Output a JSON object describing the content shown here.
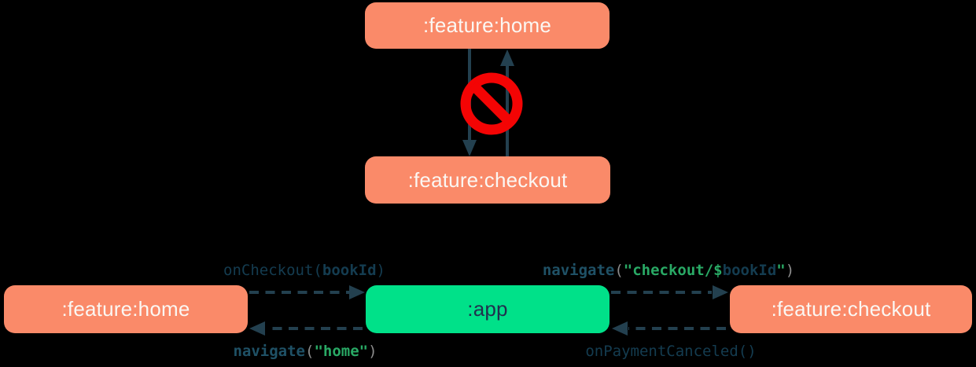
{
  "colors": {
    "background": "#000000",
    "module_box": "#FA8A69",
    "app_box": "#00E189",
    "box_text_light": "#FBF7F3",
    "box_text_dark": "#21304E",
    "arrow": "#23404F",
    "code_navy": "#143C50",
    "code_teal": "#1F5166",
    "code_green": "#29A965",
    "code_gray": "#8C8C8C",
    "prohibited_red": "#F40404"
  },
  "top_diagram": {
    "home_box": {
      "label": ":feature:home"
    },
    "checkout_box": {
      "label": ":feature:checkout"
    },
    "no_entry_icon": "no-entry-icon",
    "arrows": [
      {
        "from": ":feature:home",
        "to": ":feature:checkout",
        "style": "solid"
      },
      {
        "from": ":feature:checkout",
        "to": ":feature:home",
        "style": "solid"
      }
    ]
  },
  "bottom_diagram": {
    "home_box": {
      "label": ":feature:home"
    },
    "app_box": {
      "label": ":app"
    },
    "checkout_box": {
      "label": ":feature:checkout"
    },
    "edge_labels": {
      "on_checkout": {
        "text": "onCheckout(bookId)",
        "segments": [
          {
            "text": "onCheckout(",
            "style": "navy"
          },
          {
            "text": "bookId",
            "style": "navy-b"
          },
          {
            "text": ")",
            "style": "navy"
          }
        ]
      },
      "navigate_home": {
        "text": "navigate(\"home\")",
        "segments": [
          {
            "text": "navigate",
            "style": "teal-b"
          },
          {
            "text": "(",
            "style": "gray"
          },
          {
            "text": "\"home\"",
            "style": "green-b"
          },
          {
            "text": ")",
            "style": "gray"
          }
        ]
      },
      "navigate_checkout": {
        "text": "navigate(\"checkout/$bookId\")",
        "segments": [
          {
            "text": "navigate",
            "style": "teal-b"
          },
          {
            "text": "(",
            "style": "gray"
          },
          {
            "text": "\"checkout/$",
            "style": "green-b"
          },
          {
            "text": "bookId",
            "style": "navy-b"
          },
          {
            "text": "\"",
            "style": "green-b"
          },
          {
            "text": ")",
            "style": "gray"
          }
        ]
      },
      "on_payment_canceled": {
        "text": "onPaymentCanceled()",
        "segments": [
          {
            "text": "onPaymentCanceled()",
            "style": "navy"
          }
        ]
      }
    }
  }
}
